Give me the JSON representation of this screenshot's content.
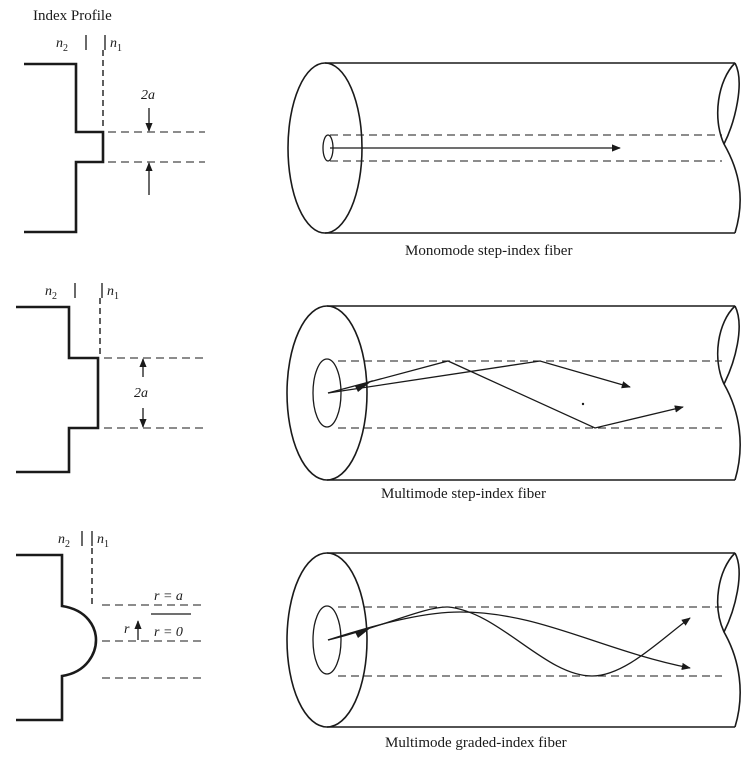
{
  "heading": "Index Profile",
  "profile_labels": {
    "n2": "n",
    "n2_sub": "2",
    "n1": "n",
    "n1_sub": "1"
  },
  "dimensions": {
    "core_diameter": "2a",
    "r_equals_a": "r = a",
    "r_equals_0": "r = 0",
    "r": "r"
  },
  "fibers": [
    {
      "caption": "Monomode step-index fiber"
    },
    {
      "caption": "Multimode step-index fiber"
    },
    {
      "caption": "Multimode graded-index fiber"
    }
  ]
}
